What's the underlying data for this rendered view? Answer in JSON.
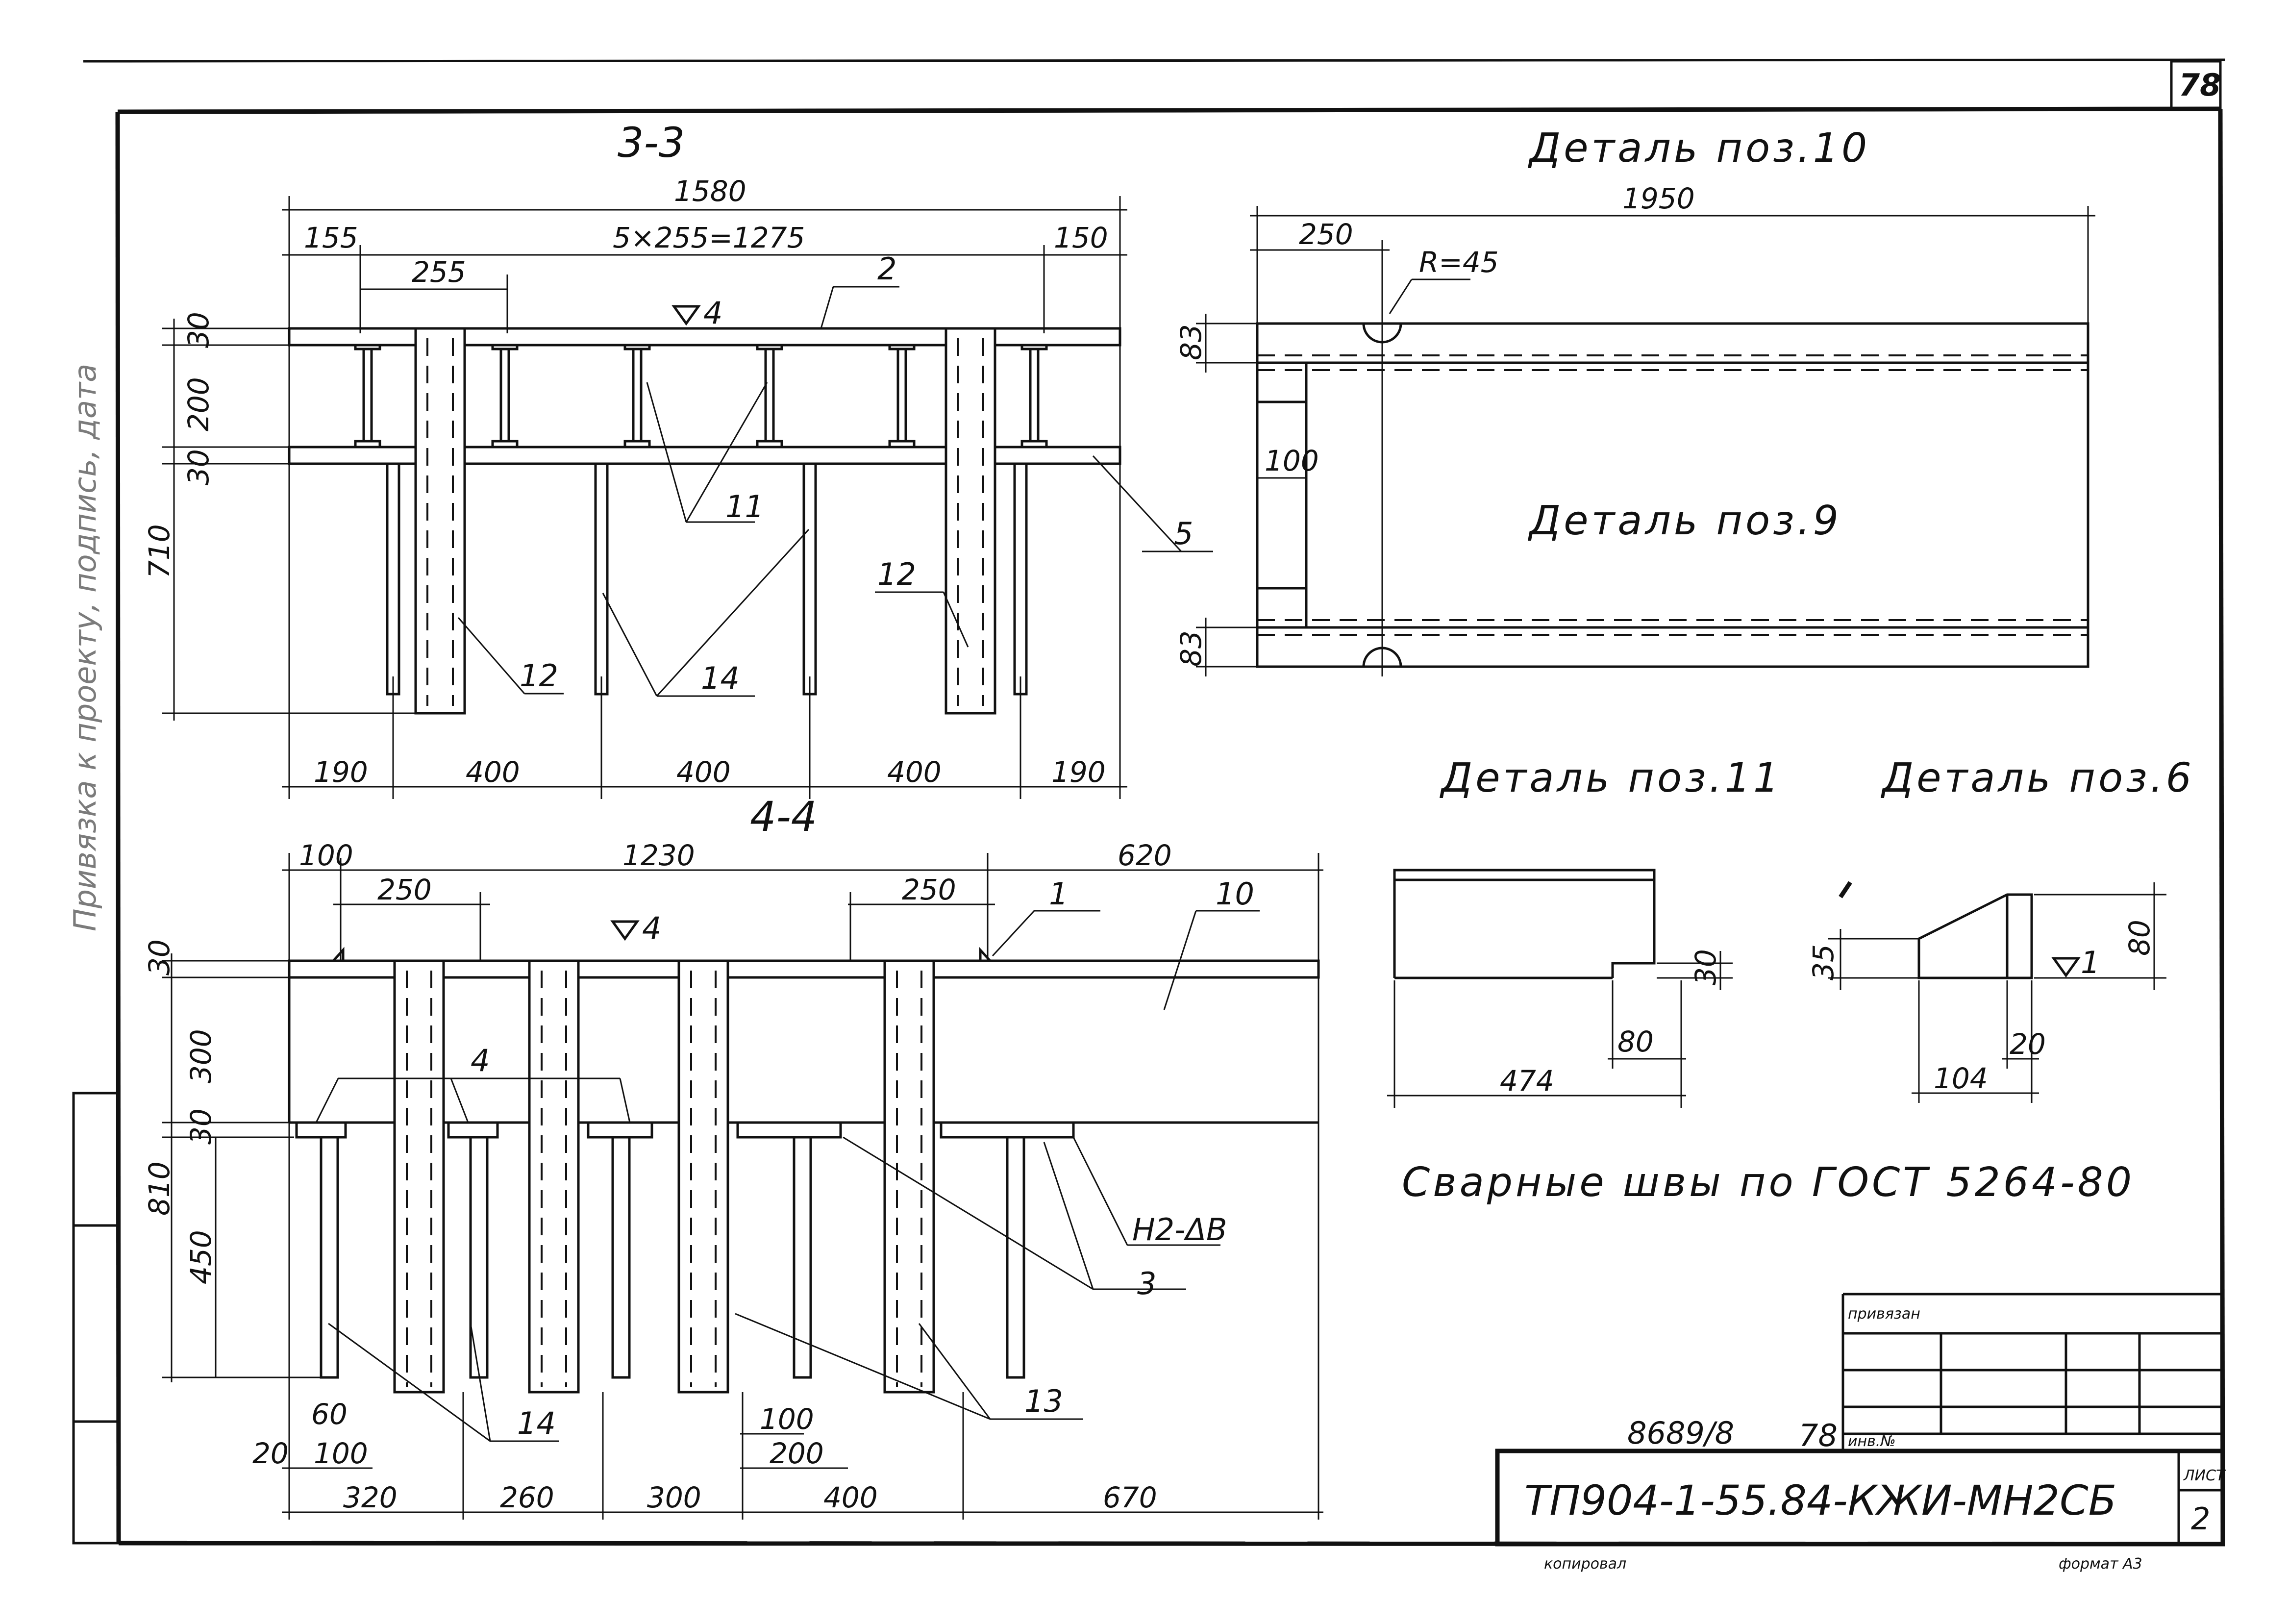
{
  "sheet": {
    "page_number": "78",
    "drawing_code": "ТП904-1-55.84-КЖИ-МН2СБ",
    "sheet_label": "ЛИСТ",
    "sheet_number": "2",
    "copied_by": "копировал",
    "format": "формат А3",
    "bound_label": "привязан",
    "inv_label": "инв.№",
    "inventory": "8689/8",
    "inventory_page": "78",
    "side_text": "Привязка к проекту, подпись, дата"
  },
  "section_33": {
    "title": "3-3",
    "top_dims": [
      "1580",
      "155",
      "5×255=1275",
      "150",
      "255"
    ],
    "left_dims": [
      "30",
      "200",
      "30",
      "710"
    ],
    "bottom_dims": [
      "190",
      "400",
      "400",
      "400",
      "190"
    ],
    "level_mark": "4",
    "positions": [
      "2",
      "5",
      "11",
      "12",
      "12",
      "14"
    ]
  },
  "section_44": {
    "title": "4-4",
    "top_dims": [
      "100",
      "1230",
      "620",
      "250",
      "250"
    ],
    "left_dims": [
      "30",
      "300",
      "30",
      "810",
      "450"
    ],
    "bottom_dims_1": [
      "20",
      "60",
      "100",
      "100",
      "200"
    ],
    "bottom_dims_2": [
      "320",
      "260",
      "300",
      "400",
      "670"
    ],
    "level_mark": "4",
    "positions": [
      "1",
      "10",
      "4",
      "3",
      "14",
      "13"
    ],
    "weld_note": "Н2-ΔВ"
  },
  "detail_10": {
    "title": "Деталь поз.10",
    "dims": [
      "1950",
      "250",
      "R=45",
      "83",
      "100",
      "83"
    ]
  },
  "detail_9": {
    "title": "Деталь поз.9"
  },
  "detail_11": {
    "title": "Деталь поз.11",
    "dims": [
      "474",
      "80",
      "30"
    ]
  },
  "detail_6": {
    "title": "Деталь поз.6",
    "dims": [
      "35",
      "80",
      "20",
      "104"
    ],
    "weld_mark": "1"
  },
  "note": "Сварные швы по ГОСТ 5264-80"
}
